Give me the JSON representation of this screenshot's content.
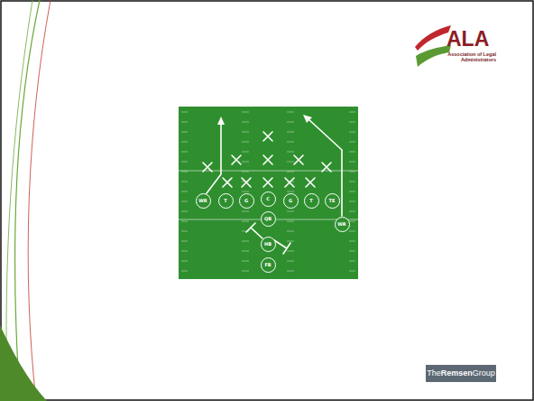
{
  "diagram": {
    "nodes": [
      {
        "text": [
          "WR"
        ]
      },
      {
        "text": [
          "T"
        ]
      },
      {
        "text": [
          "G"
        ]
      },
      {
        "text": [
          "C"
        ]
      },
      {
        "text": [
          "G"
        ]
      },
      {
        "text": [
          "T"
        ]
      },
      {
        "text": [
          "TE"
        ]
      },
      {
        "text": [
          "QB"
        ]
      },
      {
        "text": [
          "WR"
        ]
      },
      {
        "text": [
          "HB"
        ]
      },
      {
        "text": [
          "FB"
        ]
      }
    ],
    "labels": [
      "ALA",
      "Association of Legal Administrators",
      "The",
      "Remsen",
      "Group"
    ]
  }
}
